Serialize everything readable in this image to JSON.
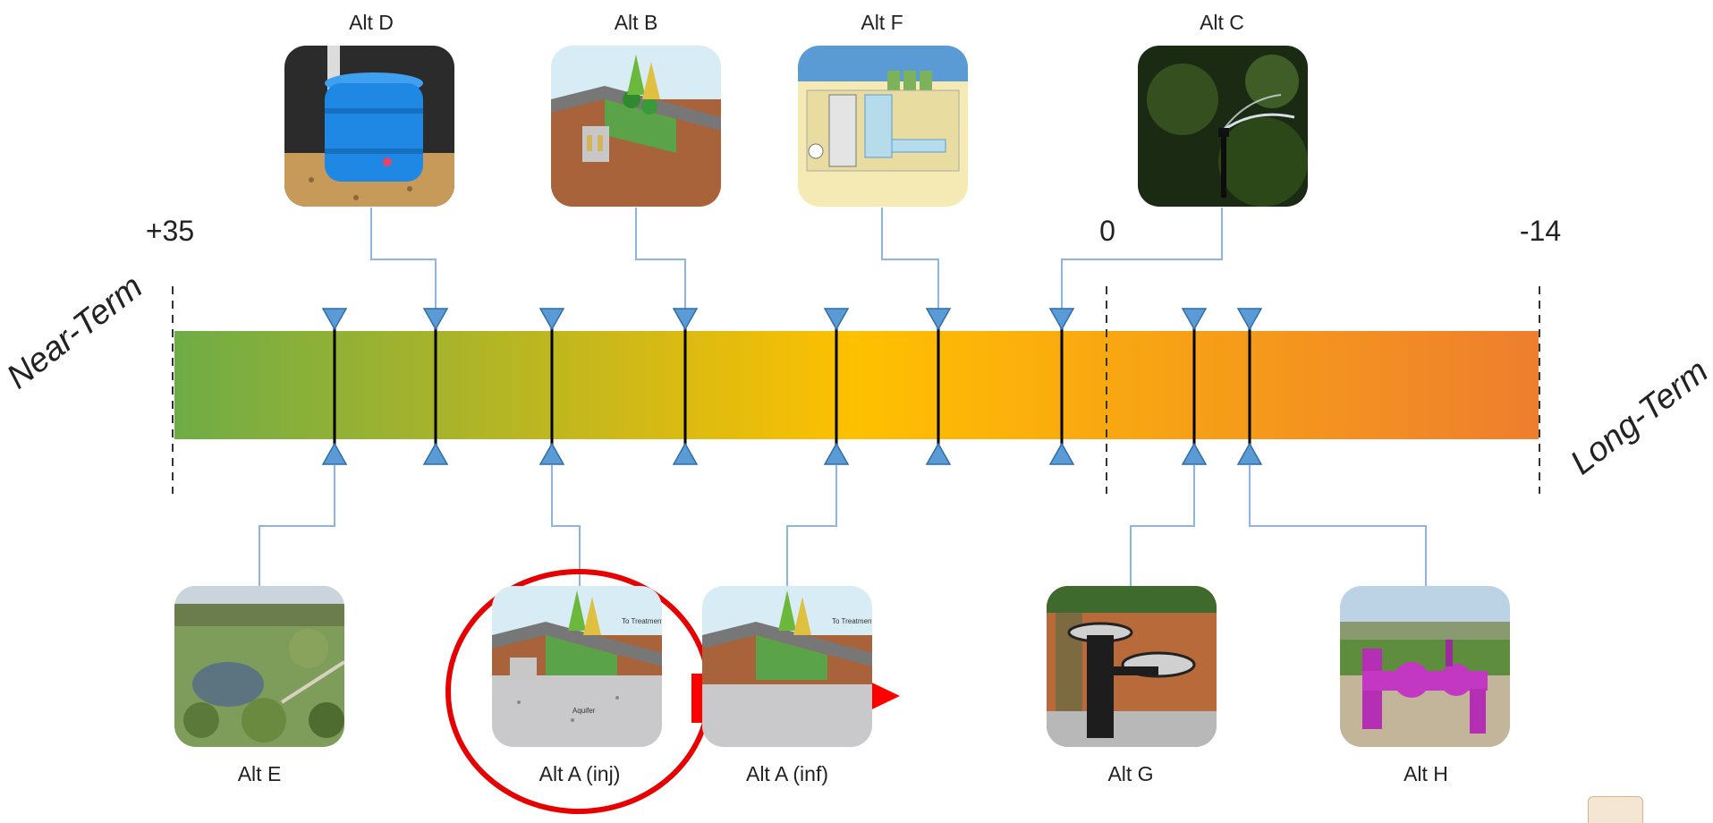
{
  "scale": {
    "left_value": "+35",
    "zero_value": "0",
    "right_value": "-14",
    "left_term": "Near-Term",
    "right_term": "Long-Term"
  },
  "alternatives_top": [
    {
      "id": "d",
      "label": "Alt D",
      "icon": "rain-barrel-icon"
    },
    {
      "id": "b",
      "label": "Alt B",
      "icon": "bioswale-cross-section-icon"
    },
    {
      "id": "f",
      "label": "Alt F",
      "icon": "underground-facility-diagram-icon"
    },
    {
      "id": "c",
      "label": "Alt C",
      "icon": "sprinkler-icon"
    }
  ],
  "alternatives_bottom": [
    {
      "id": "e",
      "label": "Alt E",
      "icon": "wetland-photo-icon"
    },
    {
      "id": "a-inj",
      "label": "Alt A (inj)",
      "icon": "injection-cross-section-icon"
    },
    {
      "id": "a-inf",
      "label": "Alt A (inf)",
      "icon": "infiltration-cross-section-icon"
    },
    {
      "id": "g",
      "label": "Alt G",
      "icon": "drinking-fountain-icon"
    },
    {
      "id": "h",
      "label": "Alt H",
      "icon": "purple-pipe-valve-icon"
    }
  ],
  "cross_section_text": {
    "to_treatment": "To Treatment",
    "aquifer": "Aquifer"
  },
  "colors": {
    "bar_start": "#6fac46",
    "bar_mid": "#ffc000",
    "bar_end": "#ee7e2e",
    "marker": "#5b9bd5",
    "connector": "#8db4e2",
    "highlight_circle": "#e60000",
    "arrow": "#ff0000"
  }
}
